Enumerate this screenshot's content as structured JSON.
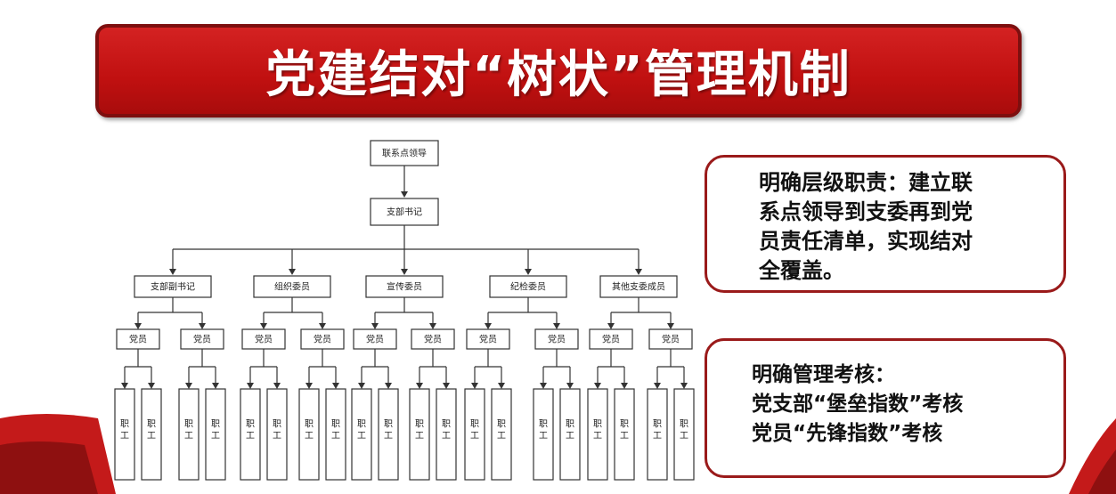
{
  "banner": {
    "title": "党建结对“树状”管理机制"
  },
  "tree": {
    "root": "联系点领导",
    "secretary": "支部书记",
    "members": [
      "支部副书记",
      "组织委员",
      "宣传委员",
      "纪检委员",
      "其他支委成员"
    ],
    "party_member_label": "党员",
    "worker_label": "职工"
  },
  "info_box_1": {
    "lines": [
      "明确层级职责：建立联",
      "系点领导到支委再到党",
      "员责任清单，实现结对",
      "全覆盖。"
    ]
  },
  "info_box_2": {
    "lines": [
      "明确管理考核：",
      "党支部“堡垒指数”考核",
      "党员“先锋指数”考核"
    ]
  },
  "colors": {
    "banner_red": "#c01010",
    "border_dark_red": "#9a1a1a"
  }
}
